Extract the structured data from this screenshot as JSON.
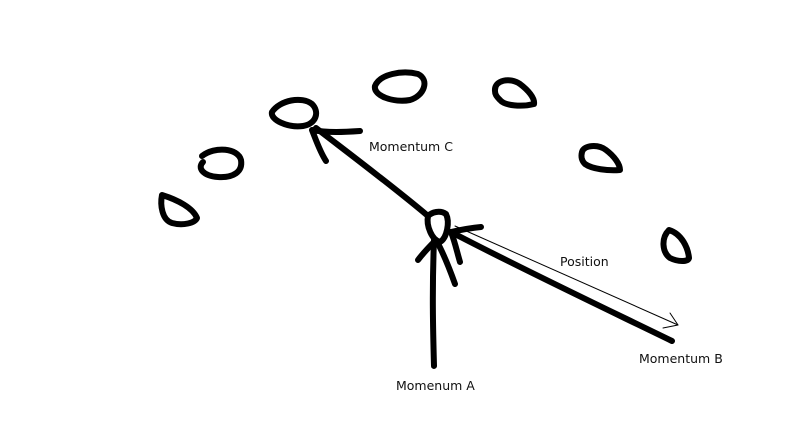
{
  "labels": {
    "momentum_c": "Momentum C",
    "position": "Position",
    "momentum_b": "Momentum B",
    "momentum_a": "Momenum A"
  },
  "colors": {
    "ink": "#000000",
    "background": "#ffffff"
  }
}
